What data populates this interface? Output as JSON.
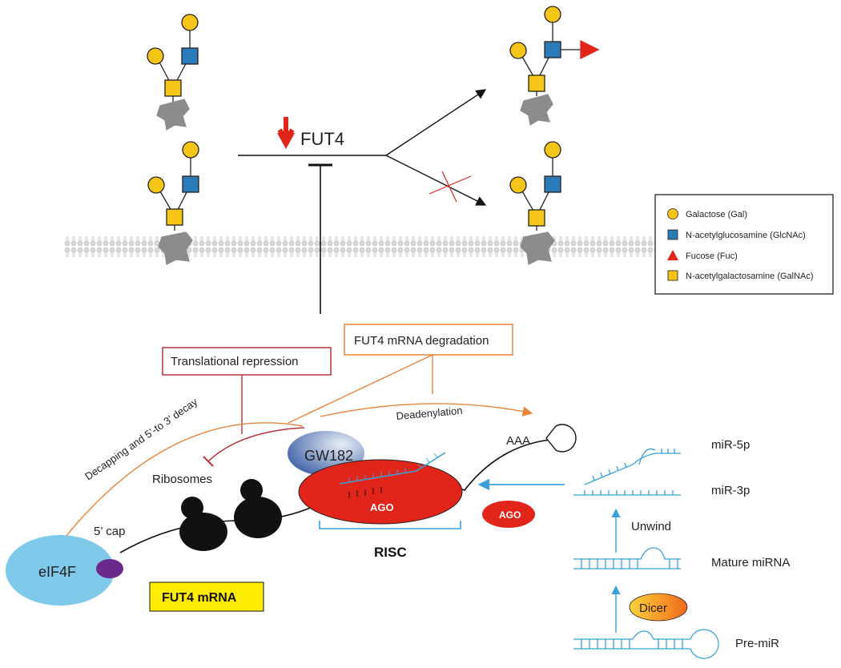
{
  "header": {
    "gene": "FUT4"
  },
  "legend": {
    "items": [
      {
        "label": "Galactose (Gal)",
        "shape": "circle",
        "color": "#f5c518"
      },
      {
        "label": "N-acetylglucosamine (GlcNAc)",
        "shape": "square",
        "color": "#2b7bb9"
      },
      {
        "label": "Fucose (Fuc)",
        "shape": "triangle",
        "color": "#e1251b"
      },
      {
        "label": "N-acetylgalactosamine (GalNAc)",
        "shape": "square",
        "color": "#f5c518"
      }
    ]
  },
  "mechanism": {
    "translational_repression": "Translational repression",
    "mrna_degradation": "FUT4 mRNA degradation",
    "decapping": "Decapping and 5’-to 3’ decay",
    "deadenylation": "Deadenylation",
    "gw182": "GW182",
    "ago_complex": "AGO",
    "ago_free": "AGO",
    "ribosomes": "Ribosomes",
    "cap": "5’ cap",
    "eif4f": "eIF4F",
    "poly_a": "AAA",
    "risc": "RISC",
    "mrna_label": "FUT4 mRNA"
  },
  "biogenesis": {
    "mir5p": "miR-5p",
    "mir3p": "miR-3p",
    "unwind": "Unwind",
    "mature": "Mature miRNA",
    "dicer": "Dicer",
    "premir": "Pre-miR"
  },
  "colors": {
    "galactose": "#f5c518",
    "glcnac": "#2b7bb9",
    "fucose": "#e1251b",
    "repression_red": "#b5323a",
    "degradation_orange": "#e8843a",
    "mirna_blue": "#3aa0d8",
    "ago_red": "#e1251b",
    "eif4f_blue": "#7ec8ea",
    "cap_purple": "#6a2a8c",
    "mrna_label_bg": "#ffec00"
  }
}
